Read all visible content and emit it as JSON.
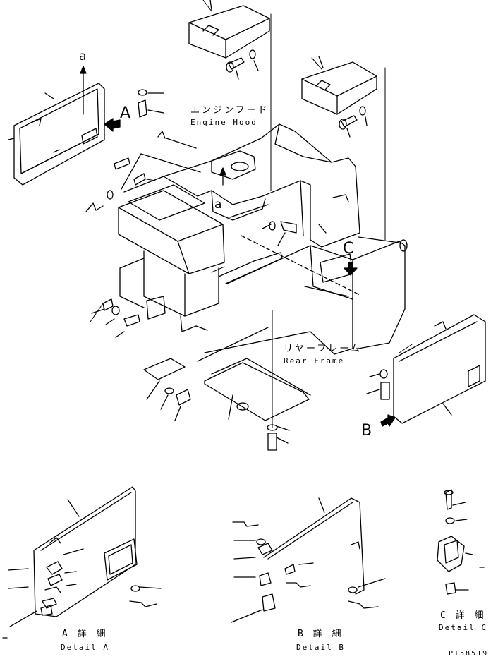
{
  "labels": {
    "engine_hood_jp": "エンジンフード",
    "engine_hood_en": "Engine Hood",
    "rear_frame_jp": "リヤーフレーム",
    "rear_frame_en": "Rear Frame",
    "view_a": "A",
    "view_b": "B",
    "view_c": "C",
    "ref_a_top": "a",
    "ref_a_mid": "a",
    "detail_a_jp": "A 詳 細",
    "detail_a_en": "Detail A",
    "detail_b_jp": "B 詳 細",
    "detail_b_en": "Detail B",
    "detail_c_jp": "C 詳 細",
    "detail_c_en": "Detail C",
    "drawing_no": "PT58519"
  },
  "colors": {
    "ink": "#000000",
    "paper": "#ffffff"
  }
}
